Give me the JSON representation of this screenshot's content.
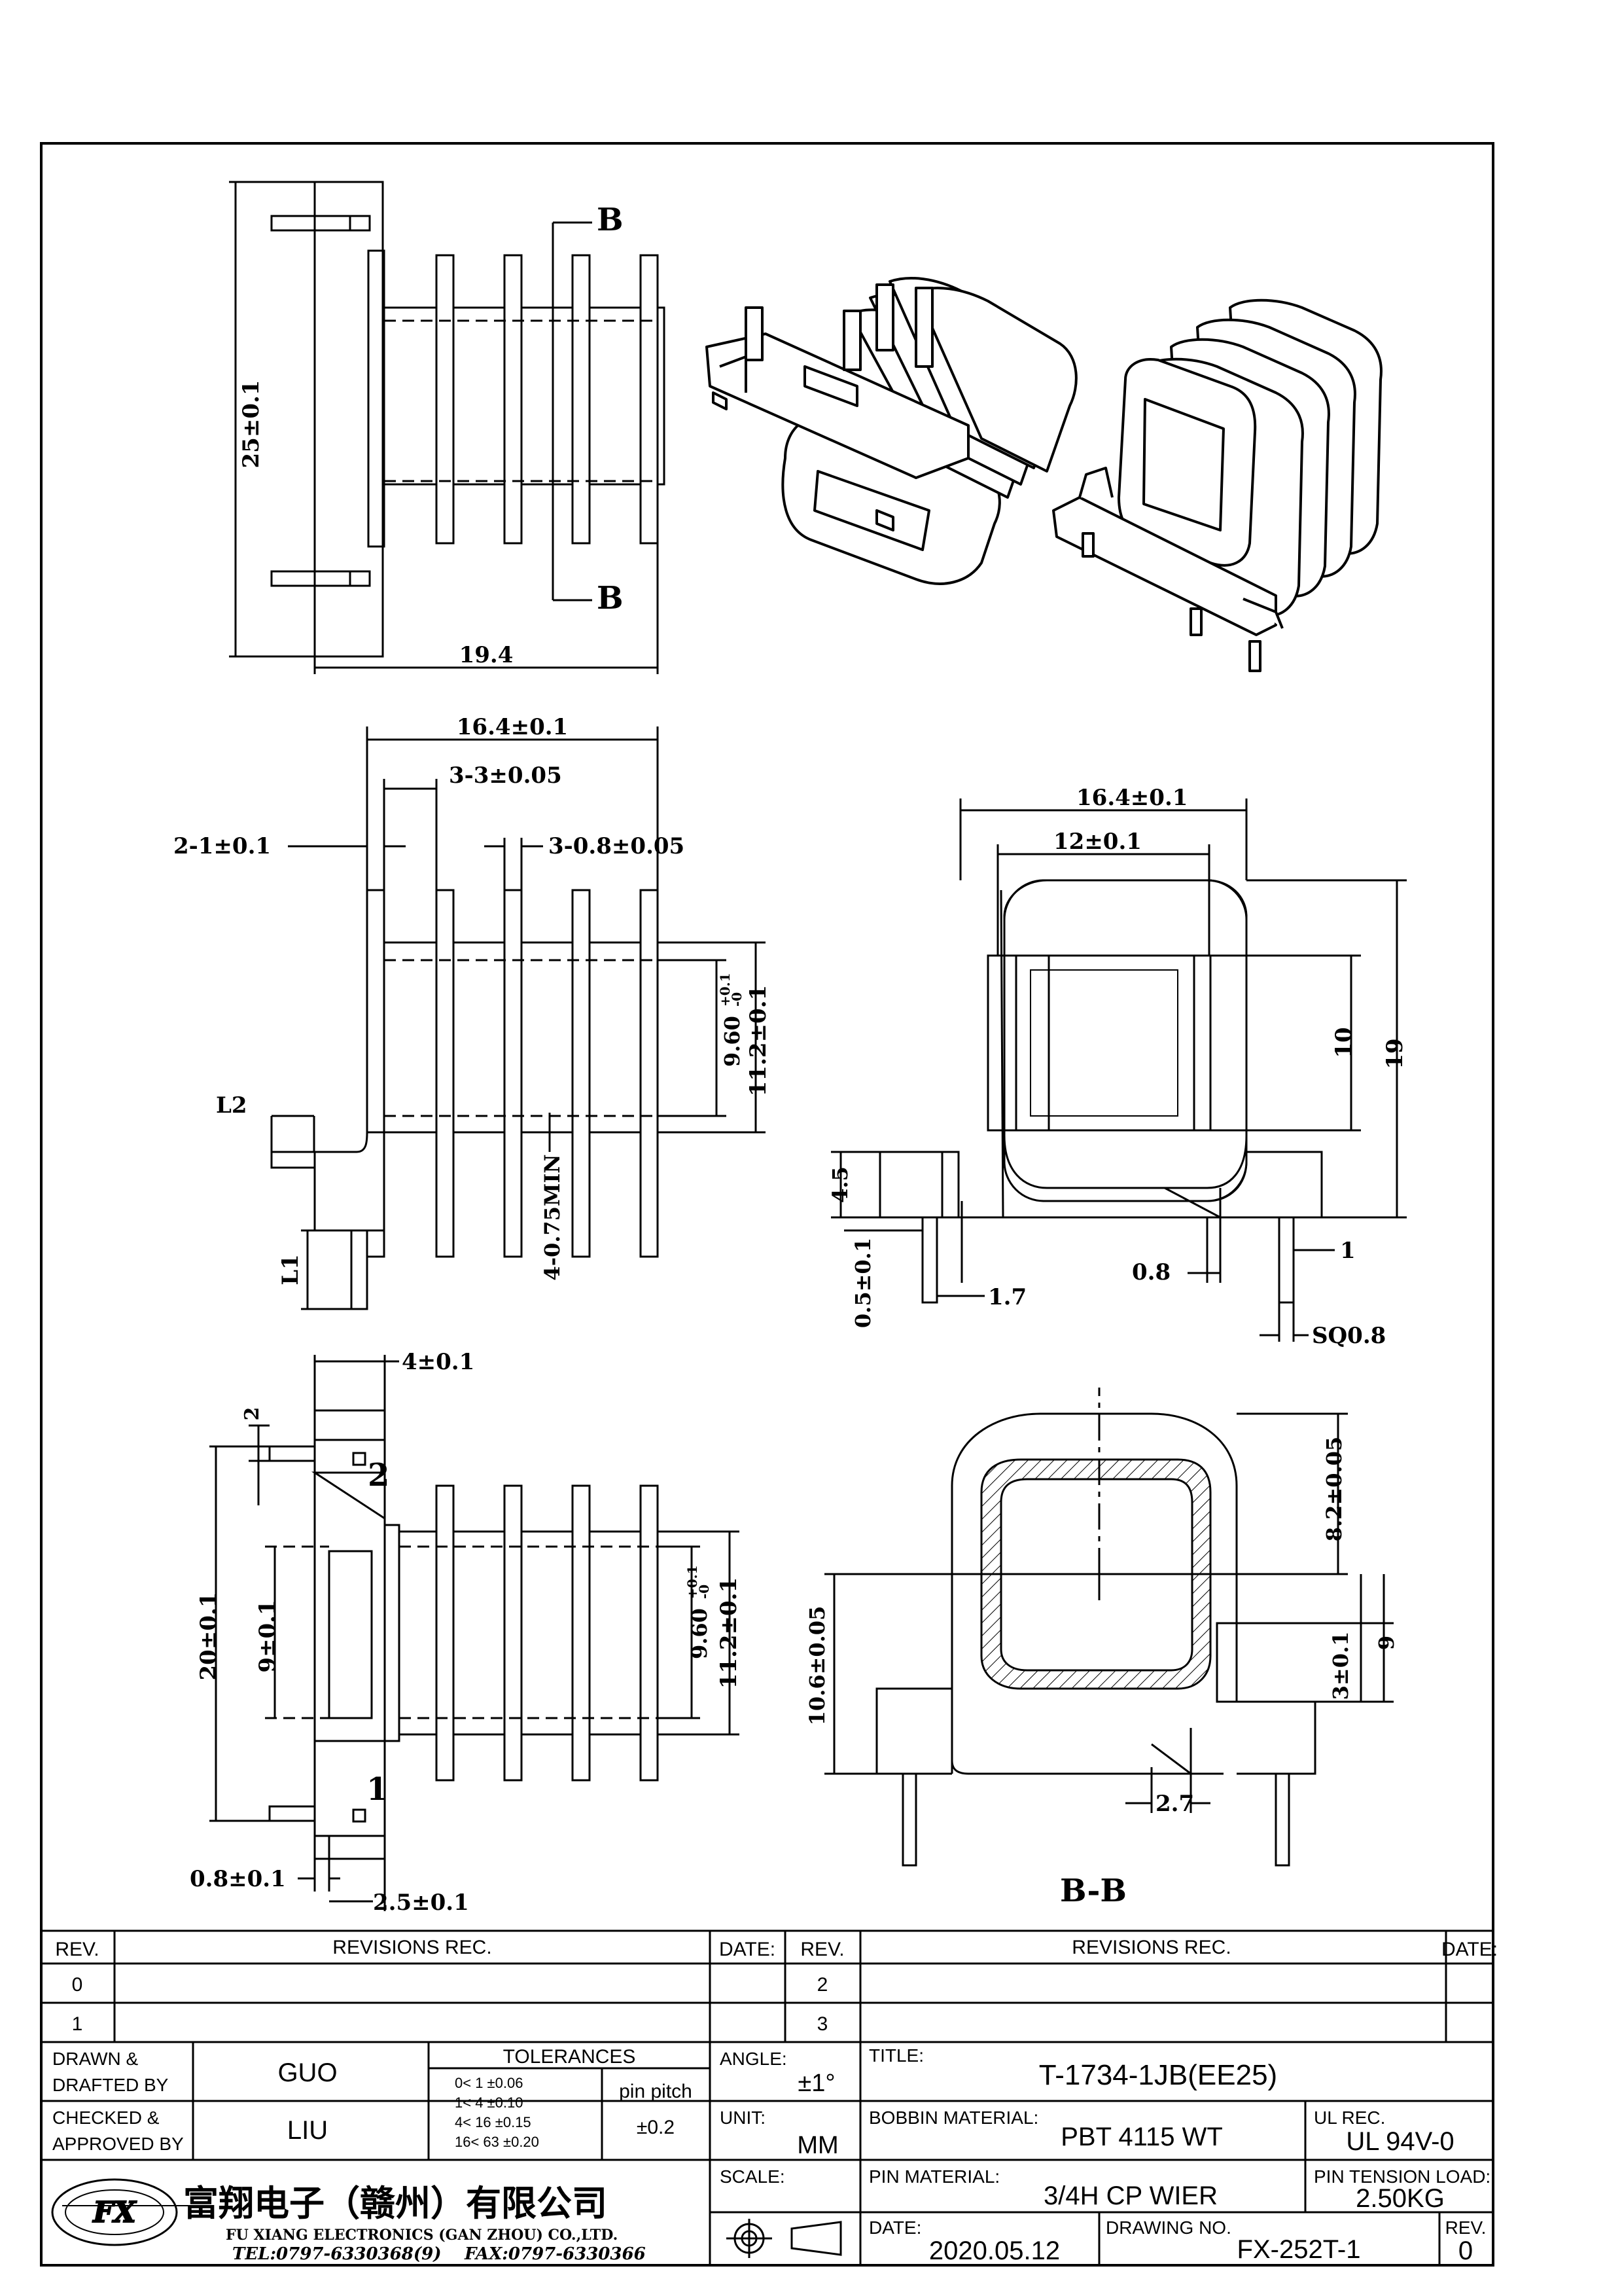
{
  "drawing": {
    "top_view": {
      "height_dim": "25±0.1",
      "width_dim": "19.4",
      "section_mark": "B"
    },
    "front_view": {
      "overall_width": "16.4±0.1",
      "slot_pitch": "3-3±0.05",
      "first_gap": "2-1±0.1",
      "flange_thickness": "3-0.8±0.05",
      "inner_dim": "9.60",
      "inner_tol_plus": "+0.1",
      "inner_tol_minus": "-0",
      "outer_dim": "11.2±0.1",
      "l2_label": "L2",
      "l1_label": "L1",
      "min_dim": "4-0.75MIN"
    },
    "bottom_view": {
      "top_dim": "4±0.1",
      "pin2_offset": "2",
      "height_dim": "20±0.1",
      "window_dim": "9±0.1",
      "inner_dim": "9.60",
      "inner_tol_plus": "+0.1",
      "inner_tol_minus": "-0",
      "outer_dim": "11.2±0.1",
      "pin_size": "0.8±0.1",
      "pin_offset": "2.5±0.1",
      "pin1_label": "1",
      "pin2_label": "2"
    },
    "side_view": {
      "width_dim": "16.4±0.1",
      "inner_width": "12±0.1",
      "inner_height": "10",
      "total_height": "19",
      "base_height": "4.5",
      "pin_gap": "0.5±0.1",
      "pin_offset": "1.7",
      "slot_dim": "0.8",
      "right_dim": "1",
      "pin_square": "SQ0.8"
    },
    "section_view": {
      "top_dim": "8.2±0.05",
      "left_dim": "10.6±0.05",
      "right_small": "3±0.1",
      "right_big": "9",
      "bottom_dim": "2.7",
      "caption": "B-B"
    }
  },
  "title_block": {
    "revisions": {
      "rev_header": "REV.",
      "rec_header": "REVISIONS  REC.",
      "date_header": "DATE:",
      "rows_left": [
        "0",
        "1"
      ],
      "rows_right": [
        "2",
        "3"
      ]
    },
    "drawn_label_1": "DRAWN &",
    "drawn_label_2": "DRAFTED BY",
    "drawn_by": "GUO",
    "checked_label_1": "CHECKED &",
    "checked_label_2": "APPROVED BY",
    "approved_by": "LIU",
    "tolerances": {
      "header": "TOLERANCES",
      "rows": [
        "0<  1   ±0.06",
        "1<  4   ±0.10",
        "4<  16  ±0.15",
        "16<  63  ±0.20"
      ],
      "pin_pitch_label": "pin pitch",
      "pin_pitch_value": "±0.2"
    },
    "angle_label": "ANGLE:",
    "angle_value": "±1°",
    "unit_label": "UNIT:",
    "unit_value": "MM",
    "scale_label": "SCALE:",
    "title_label": "TITLE:",
    "title_value": "T-1734-1JB(EE25)",
    "bobbin_label": "BOBBIN MATERIAL:",
    "bobbin_value": "PBT  4115  WT",
    "ul_label": "UL REC.",
    "ul_value": "UL  94V-0",
    "pin_material_label": "PIN MATERIAL:",
    "pin_material_value": "3/4H  CP  WIER",
    "pin_tension_label": "PIN TENSION LOAD:",
    "pin_tension_value": "2.50KG",
    "date_label": "DATE:",
    "date_value": "2020.05.12",
    "drawing_no_label": "DRAWING NO.",
    "drawing_no_value": "FX-252T-1",
    "rev_label": "REV.",
    "rev_value": "0",
    "company_cn": "富翔电子（赣州）有限公司",
    "company_en": "FU XIANG ELECTRONICS (GAN ZHOU) CO.,LTD.",
    "tel": "TEL:0797-6330368(9)",
    "fax": "FAX:0797-6330366"
  }
}
